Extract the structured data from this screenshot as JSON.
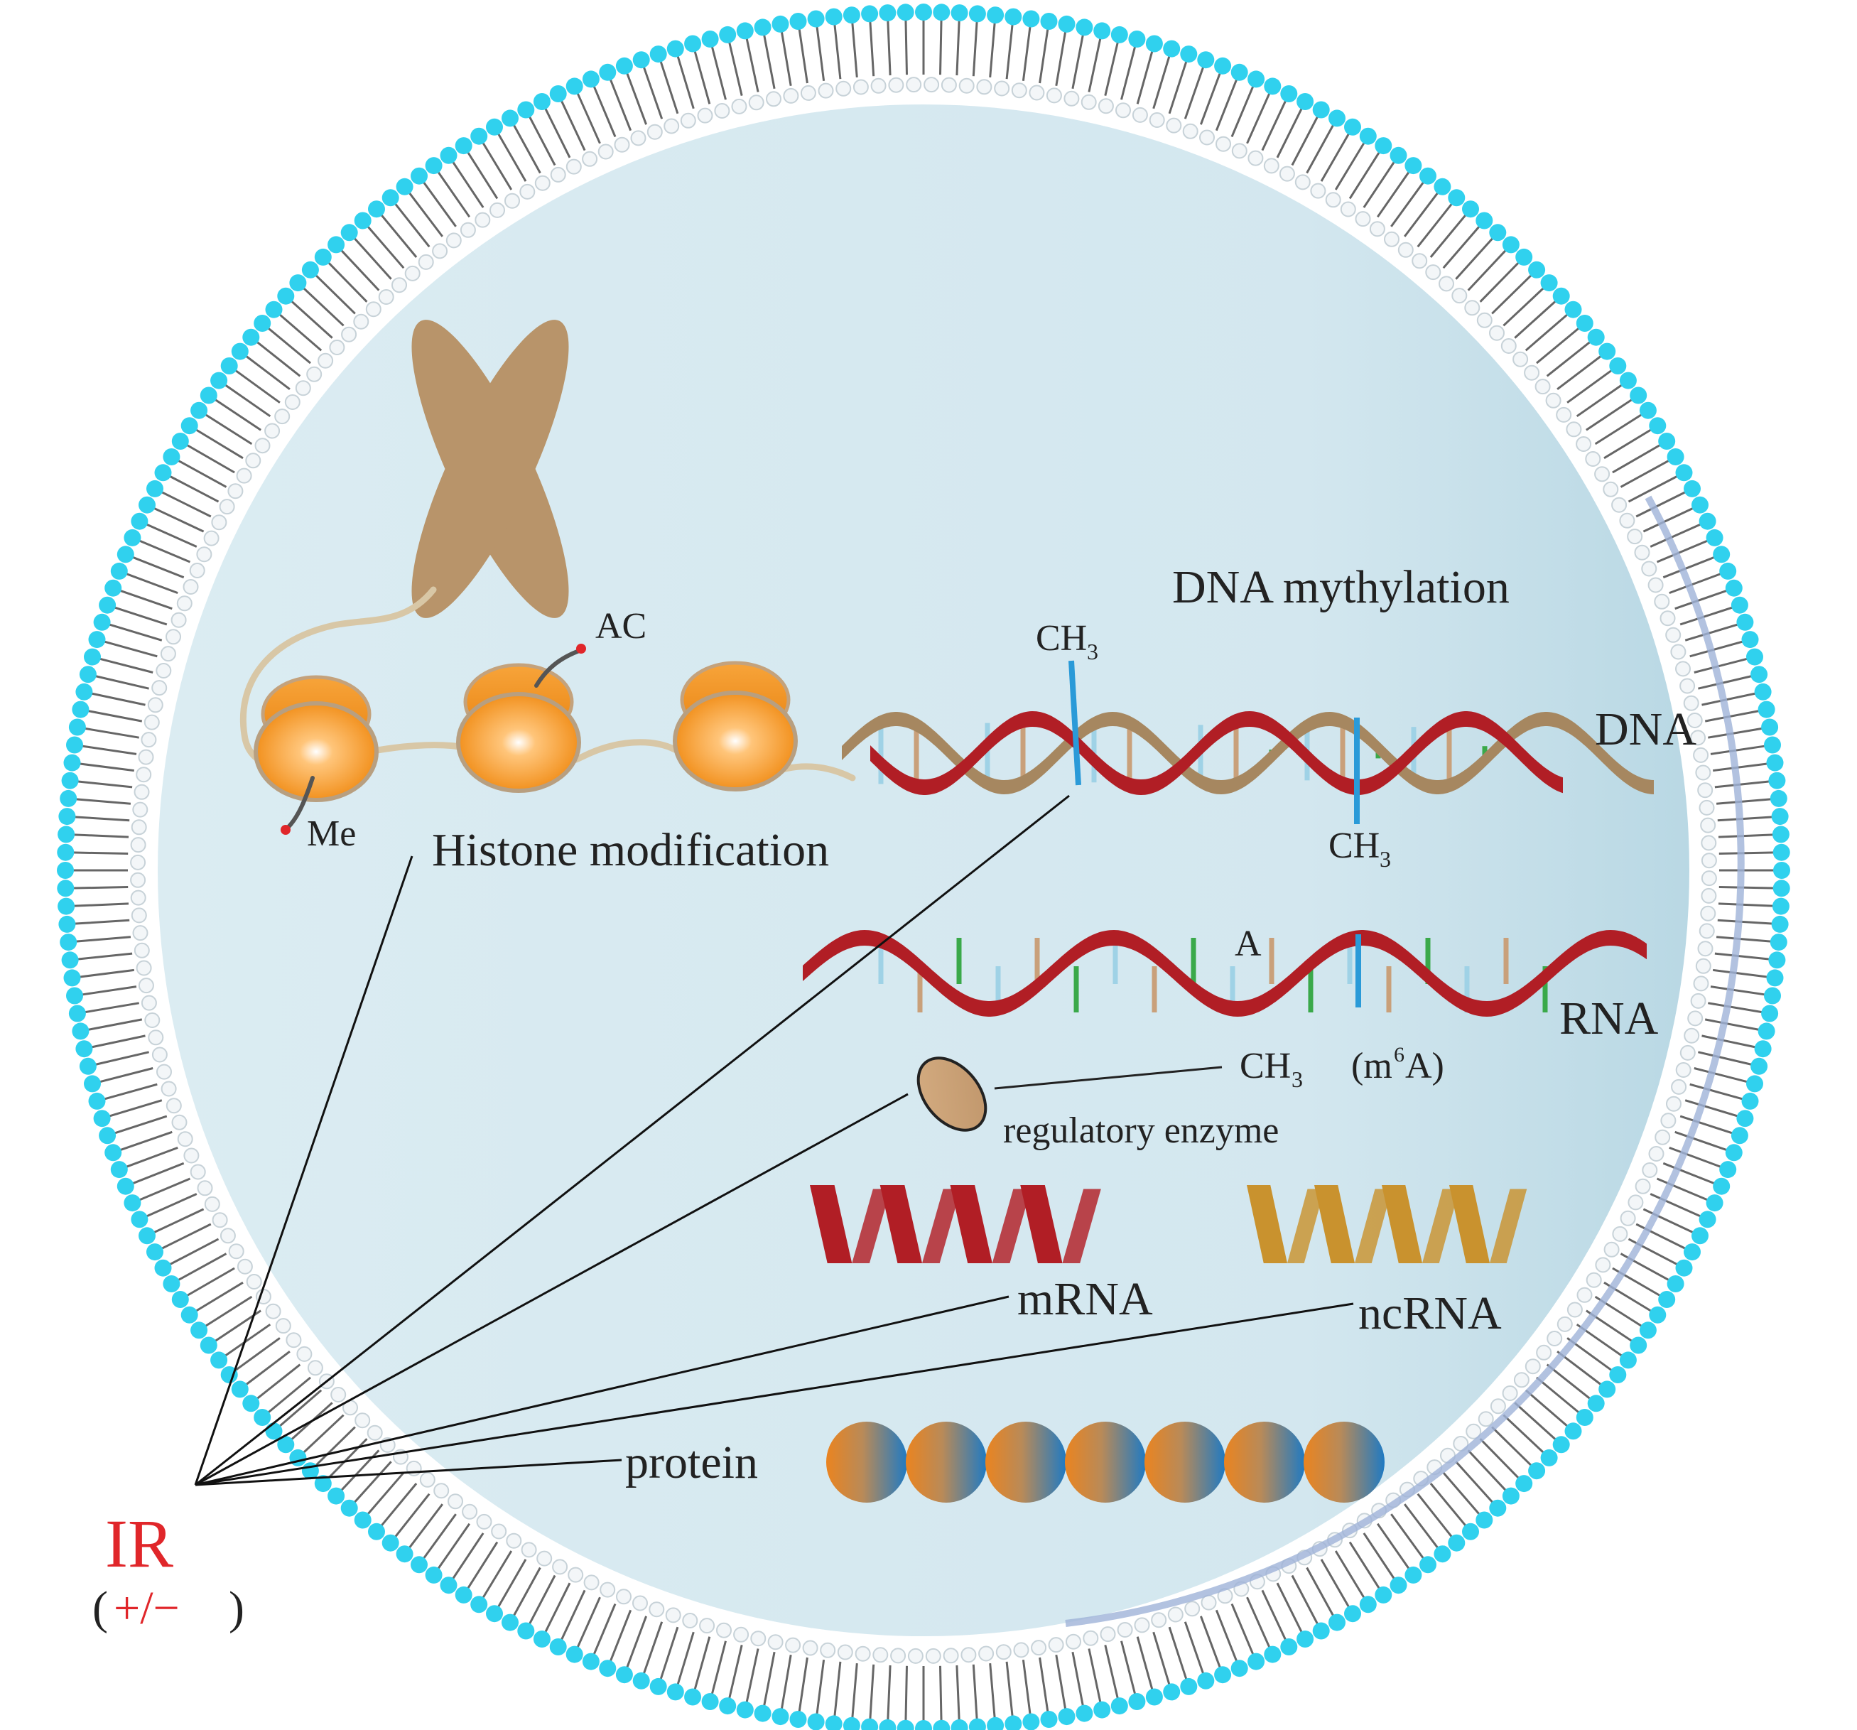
{
  "colors": {
    "membrane_head": "#30d1ee",
    "cytoplasm": "#d7eaf1",
    "chromosome": "#b8946a",
    "histone": "#f0901a",
    "dna_red": "#b11e25",
    "dna_tan": "#a68760",
    "base_green": "#3aa94a",
    "base_lightblue": "#9fd2e6",
    "base_tan": "#c9a07a",
    "methyl_blue": "#2a9ad8",
    "mrna": "#b11e25",
    "ncrna": "#c9922e",
    "protein_orange": "#e8821f",
    "protein_blue": "#1f7ac3",
    "ir_red": "#e0262a"
  },
  "labels": {
    "ac": "AC",
    "me": "Me",
    "histone_modification": "Histone modification",
    "dna_methylation": "DNA mythylation",
    "ch3_top": "CH",
    "ch3_bottom": "CH",
    "ch3_rna": "CH",
    "sub3": "3",
    "dna": "DNA",
    "a_base": "A",
    "rna": "RNA",
    "m6a_open": "(m",
    "m6a_sup": "6",
    "m6a_close": "A)",
    "regulatory_enzyme": "regulatory  enzyme",
    "mrna": "mRNA",
    "ncrna": "ncRNA",
    "protein": "protein",
    "ir": "IR",
    "ir_paren_open": "(",
    "ir_sign": "+/−",
    "ir_paren_close": ")"
  },
  "icons": {
    "chromosome": "x-chromosome-icon",
    "histone": "nucleosome-icon",
    "enzyme": "enzyme-ellipse-icon"
  }
}
